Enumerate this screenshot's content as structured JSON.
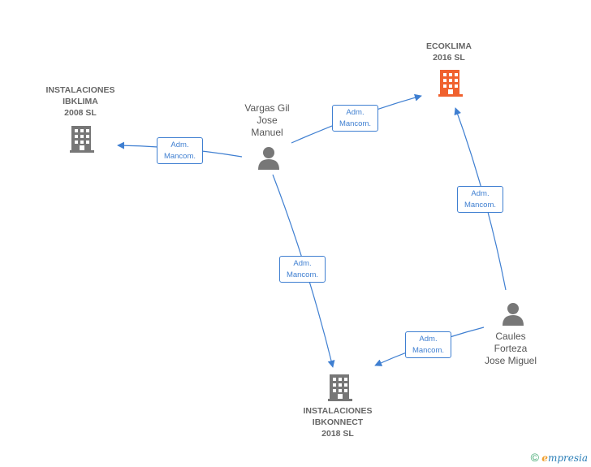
{
  "colors": {
    "edge": "#3f7fd1",
    "company_gray": "#777777",
    "company_highlight": "#f0612e",
    "person": "#777777"
  },
  "nodes": {
    "ecoklima": {
      "line1": "ECOKLIMA",
      "line2": "2016  SL",
      "icon": "building-icon"
    },
    "ibklima": {
      "line1": "INSTALACIONES",
      "line2": "IBKLIMA",
      "line3": "2008  SL",
      "icon": "building-icon"
    },
    "ibkonnect": {
      "line1": "INSTALACIONES",
      "line2": "IBKONNECT",
      "line3": "2018  SL",
      "icon": "building-icon"
    },
    "vargas": {
      "line1": "Vargas Gil",
      "line2": "Jose",
      "line3": "Manuel",
      "icon": "person-icon"
    },
    "caules": {
      "line1": "Caules",
      "line2": "Forteza",
      "line3": "Jose Miguel",
      "icon": "person-icon"
    }
  },
  "edges": [
    {
      "line1": "Adm.",
      "line2": "Mancom."
    },
    {
      "line1": "Adm.",
      "line2": "Mancom."
    },
    {
      "line1": "Adm.",
      "line2": "Mancom."
    },
    {
      "line1": "Adm.",
      "line2": "Mancom."
    },
    {
      "line1": "Adm.",
      "line2": "Mancom."
    }
  ],
  "footer": {
    "copyright": "©",
    "brand_initial": "e",
    "brand_rest": "mpresia"
  }
}
